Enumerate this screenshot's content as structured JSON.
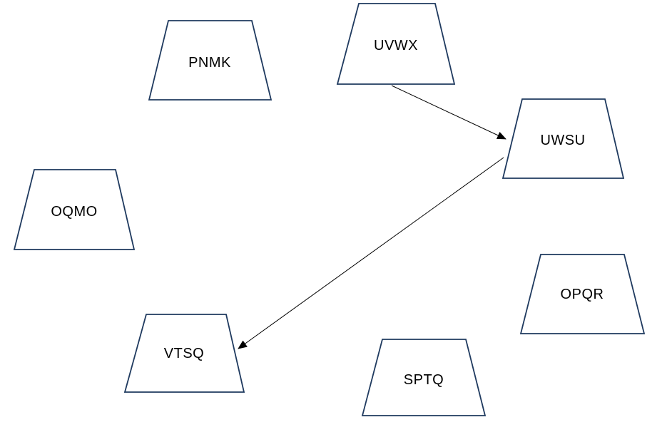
{
  "diagram": {
    "background_color": "#ffffff",
    "shape_type": "trapezoid",
    "node_fill_color": "#ffffff",
    "node_stroke_color": "#1f3a5f",
    "label_color": "#000000",
    "arrow_color": "#000000",
    "nodes": [
      {
        "id": "pnmk",
        "label": "PNMK"
      },
      {
        "id": "uvwx",
        "label": "UVWX"
      },
      {
        "id": "uwsu",
        "label": "UWSU"
      },
      {
        "id": "oqmo",
        "label": "OQMO"
      },
      {
        "id": "opqr",
        "label": "OPQR"
      },
      {
        "id": "vtsq",
        "label": "VTSQ"
      },
      {
        "id": "sptq",
        "label": "SPTQ"
      }
    ],
    "edges": [
      {
        "from": "UVWX",
        "to": "UWSU",
        "style": "arrow"
      },
      {
        "from": "UWSU",
        "to": "VTSQ",
        "style": "arrow"
      }
    ]
  }
}
